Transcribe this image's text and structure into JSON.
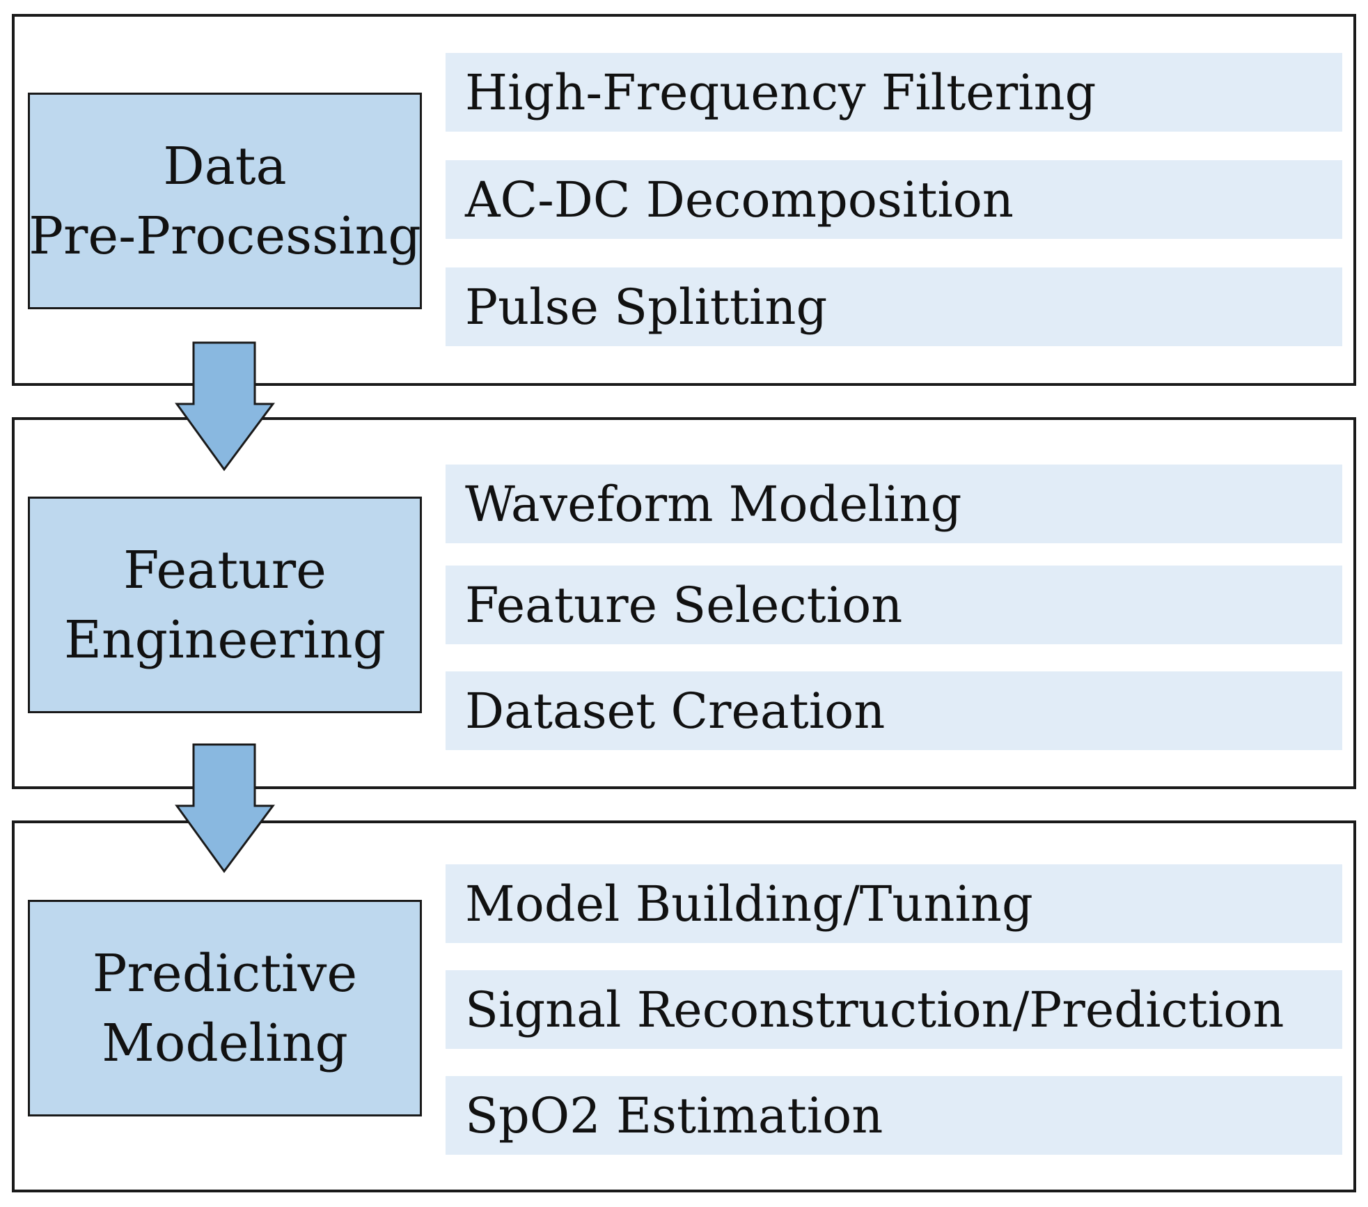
{
  "colors": {
    "title_box_fill": "#bed8ee",
    "step_fill": "#e1ecf7",
    "arrow_fill": "#89b8e0",
    "border": "#1a1a1a"
  },
  "stages": [
    {
      "title_lines": [
        "Data",
        "Pre-Processing"
      ],
      "steps": [
        "High-Frequency Filtering",
        "AC-DC Decomposition",
        "Pulse Splitting"
      ]
    },
    {
      "title_lines": [
        "Feature",
        "Engineering"
      ],
      "steps": [
        "Waveform Modeling",
        "Feature Selection",
        "Dataset Creation"
      ]
    },
    {
      "title_lines": [
        "Predictive",
        "Modeling"
      ],
      "steps": [
        "Model Building/Tuning",
        "Signal Reconstruction/Prediction",
        "SpO2 Estimation"
      ]
    }
  ],
  "arrows": [
    "down-arrow",
    "down-arrow"
  ]
}
